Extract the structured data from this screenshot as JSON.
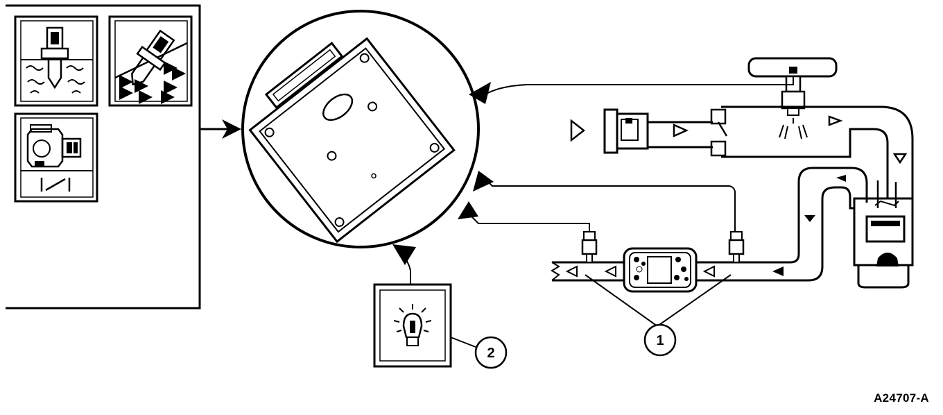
{
  "callouts": [
    "1",
    "2"
  ],
  "figure_id": "A24707-A",
  "icons": {
    "sensor_coolant": "coolant-temp-sensor-icon",
    "sensor_airflow": "air-temp-sensor-icon",
    "sensor_throttle": "throttle-position-sensor-icon",
    "module": "engine-control-module-icon",
    "lamp": "indicator-lamp-icon",
    "catalyst": "catalytic-converter-icon",
    "heated_oxygen_sensor": "oxygen-sensor-icon"
  },
  "colors": {
    "ink": "#000000",
    "background": "#ffffff"
  }
}
